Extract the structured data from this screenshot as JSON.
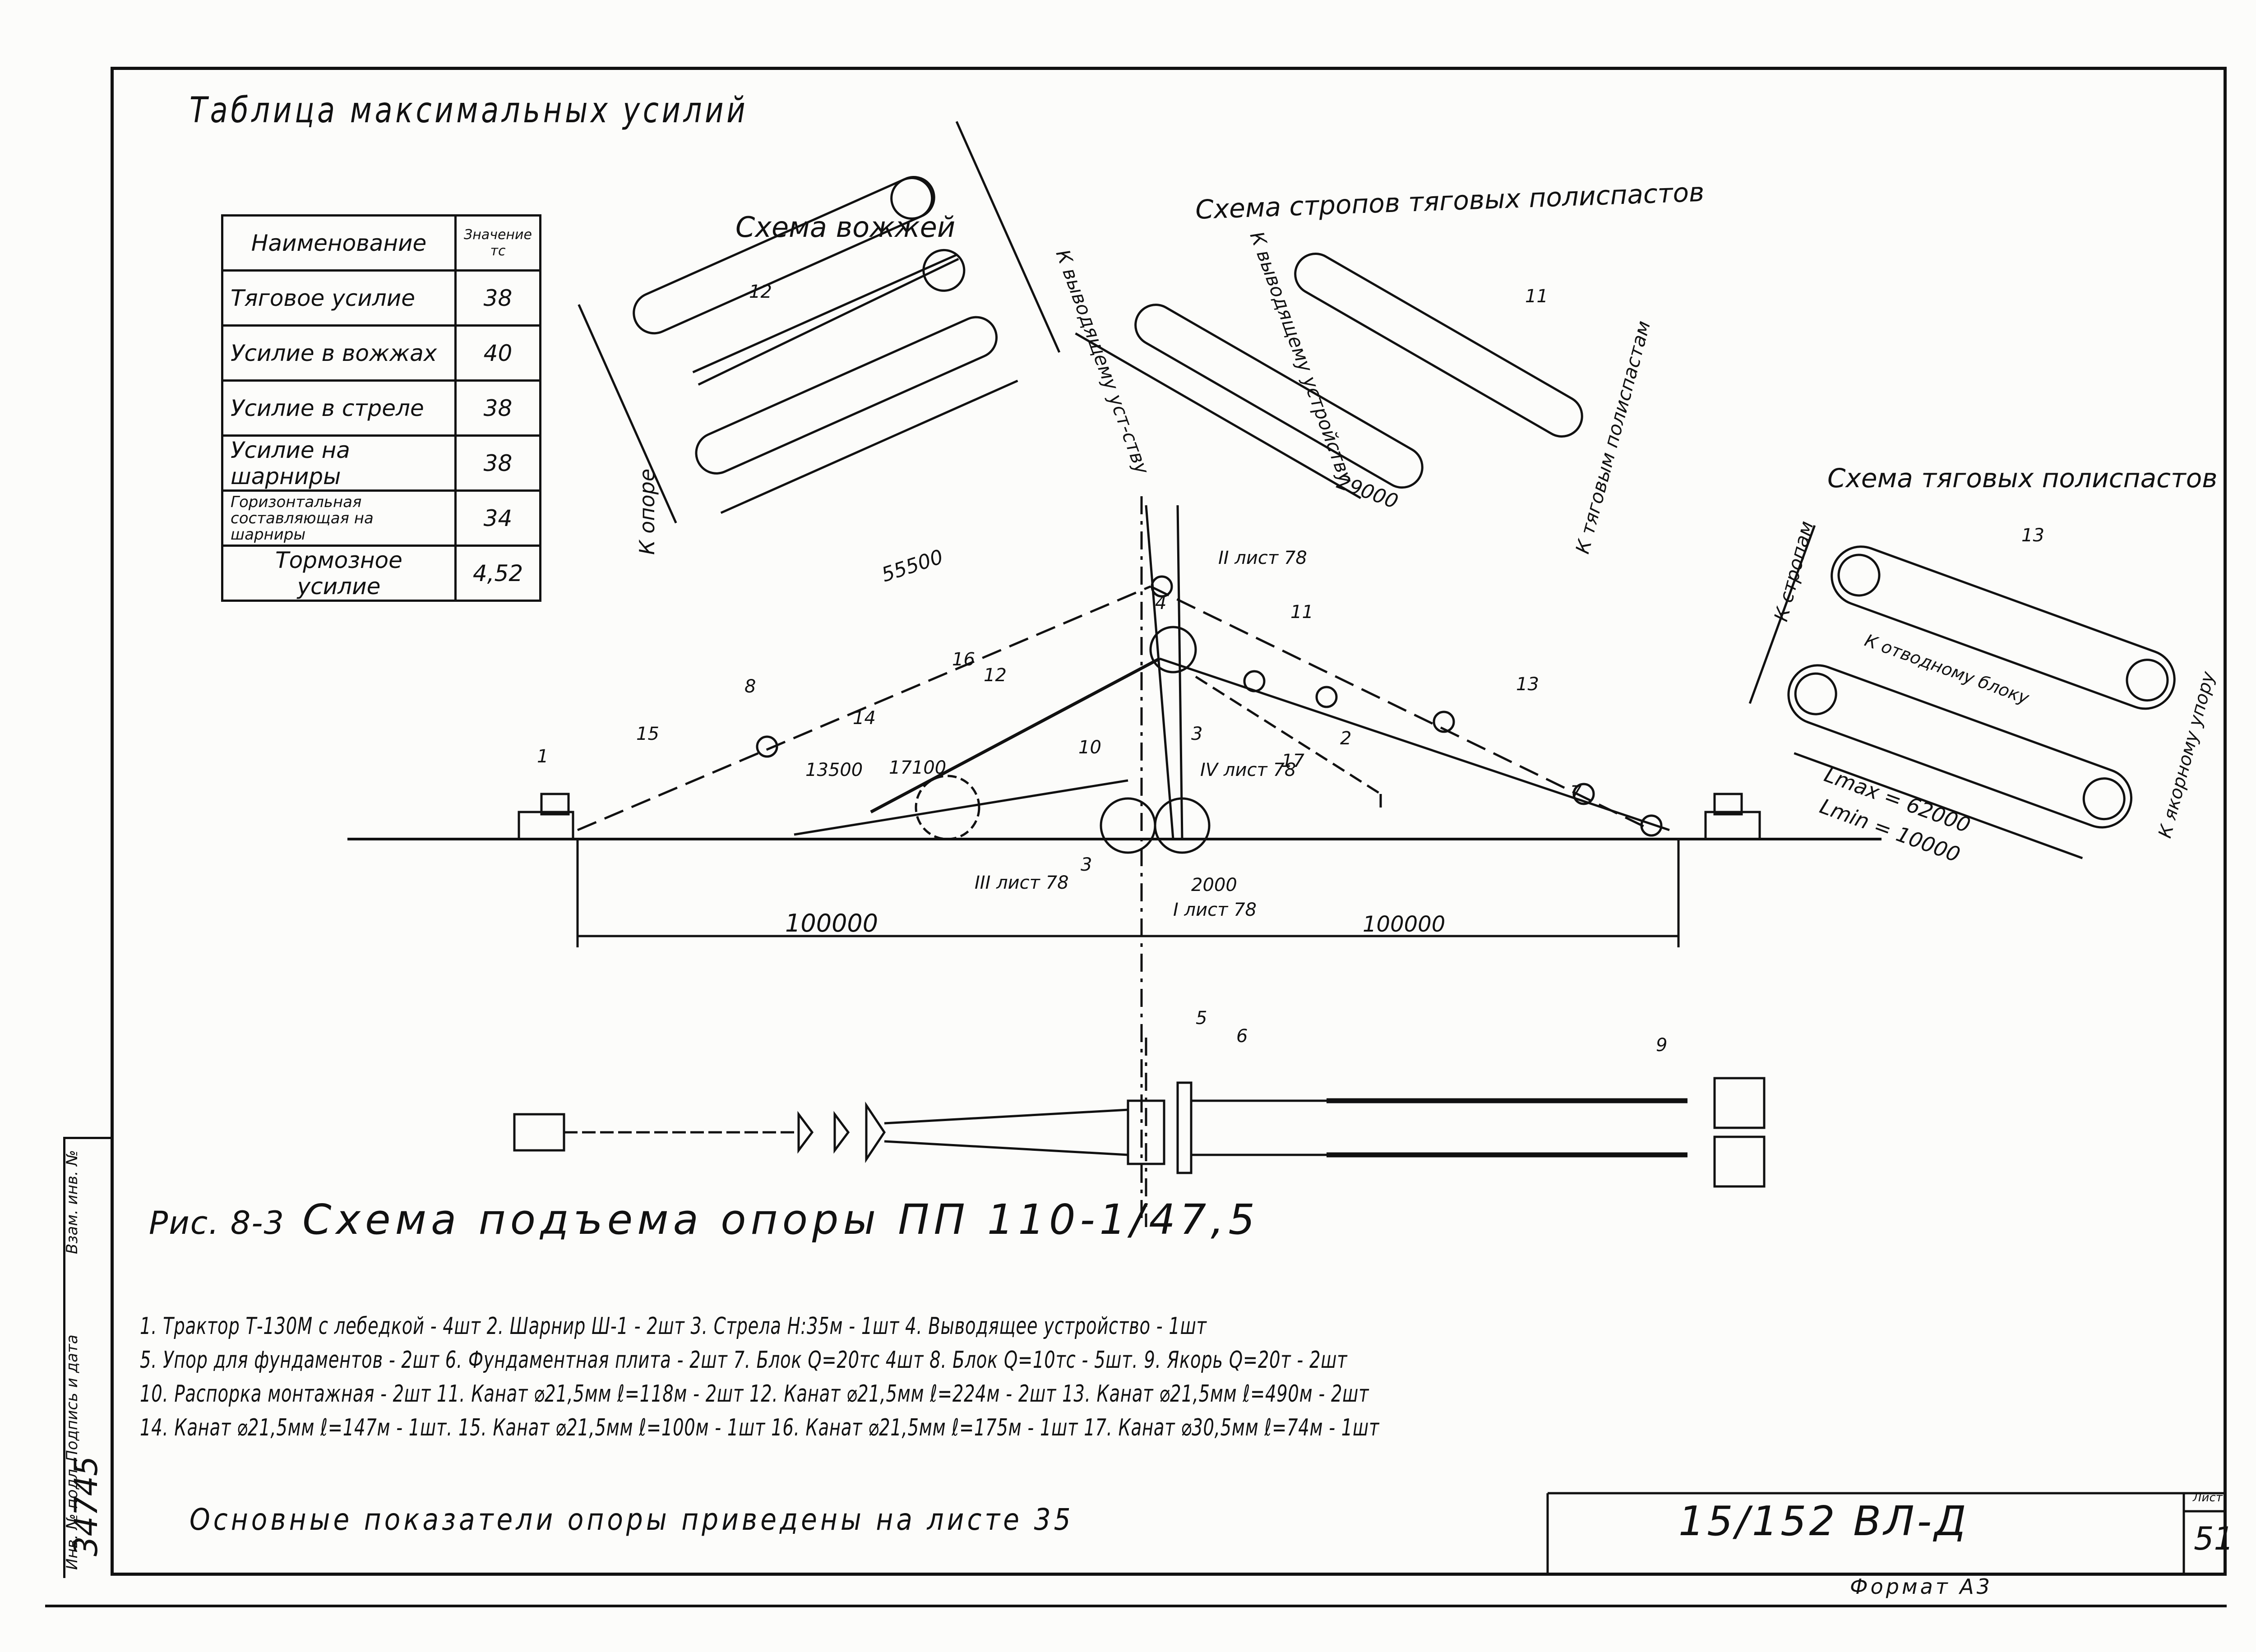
{
  "document": {
    "table_title": "Таблица максимальных усилий",
    "table": {
      "header": {
        "name": "Наименование",
        "value": "Значение тс"
      },
      "rows": [
        {
          "name": "Тяговое усилие",
          "value": "38"
        },
        {
          "name": "Усилие в вожжах",
          "value": "40"
        },
        {
          "name": "Усилие в стреле",
          "value": "38"
        },
        {
          "name": "Усилие на шарниры",
          "value": "38"
        },
        {
          "name": "Горизонтальная составляющая на шарниры",
          "value": "34"
        },
        {
          "name": "Тормозное усилие",
          "value": "4,52"
        }
      ]
    },
    "schemes": {
      "reins": "Схема вожжей",
      "slings": "Схема стропов тяговых полиспастов",
      "tackles": "Схема тяговых полиспастов"
    },
    "annotations": {
      "to_support": "К опоре",
      "to_pulling_device": "К выводящему уст-ству",
      "to_pulling_device_2": "К выводящему устройству",
      "to_traction_tackle": "К тяговым полиспастам",
      "to_slings": "К стропам",
      "to_deflect_block": "К отводному блоку",
      "to_anchor": "К якорному упору",
      "lmax": "Lmax = 62000",
      "lmin": "Lmin = 10000",
      "dim_55500": "55500",
      "dim_29000": "29000",
      "dim_13500": "13500",
      "dim_17100": "17100",
      "dim_100000_left": "100000",
      "dim_100000_right": "100000",
      "dim_2000": "2000",
      "sheet_ref_ii": "II лист 78",
      "sheet_ref_iv": "IV лист 78",
      "sheet_ref_iii": "III лист 78",
      "sheet_ref_i": "I лист 78"
    },
    "callouts": [
      "1",
      "2",
      "3",
      "4",
      "5",
      "6",
      "7",
      "8",
      "9",
      "10",
      "11",
      "12",
      "13",
      "14",
      "15",
      "16",
      "17",
      "12",
      "11",
      "13"
    ],
    "caption_prefix": "Рис. 8-3",
    "caption": "Схема подъема опоры ПП 110-1/47,5",
    "legend": [
      "1. Трактор Т-130М с лебедкой - 4шт  2. Шарнир Ш-1 - 2шт  3. Стрела  Н:35м - 1шт  4. Выводящее устройство  - 1шт",
      "5. Упор для фундаментов - 2шт  6. Фундаментная плита - 2шт  7. Блок Q=20тс  4шт  8. Блок Q=10тс - 5шт.  9. Якорь Q=20т - 2шт",
      "10. Распорка монтажная - 2шт  11. Канат ⌀21,5мм  ℓ=118м - 2шт  12. Канат ⌀21,5мм ℓ=224м - 2шт  13. Канат ⌀21,5мм ℓ=490м - 2шт",
      "14. Канат ⌀21,5мм ℓ=147м - 1шт.  15. Канат ⌀21,5мм ℓ=100м - 1шт  16. Канат ⌀21,5мм ℓ=175м - 1шт  17. Канат ⌀30,5мм ℓ=74м - 1шт"
    ],
    "note": "Основные показатели опоры приведены на листе 35",
    "doc_number": "15/152 ВЛ-Д",
    "sheet_label": "Лист",
    "sheet_number": "51",
    "format": "Формат А3",
    "side_stamp": {
      "inv_no": "34745",
      "labels": [
        "Инв. № подл.",
        "Подпись и дата",
        "Взам. инв. №"
      ]
    }
  }
}
